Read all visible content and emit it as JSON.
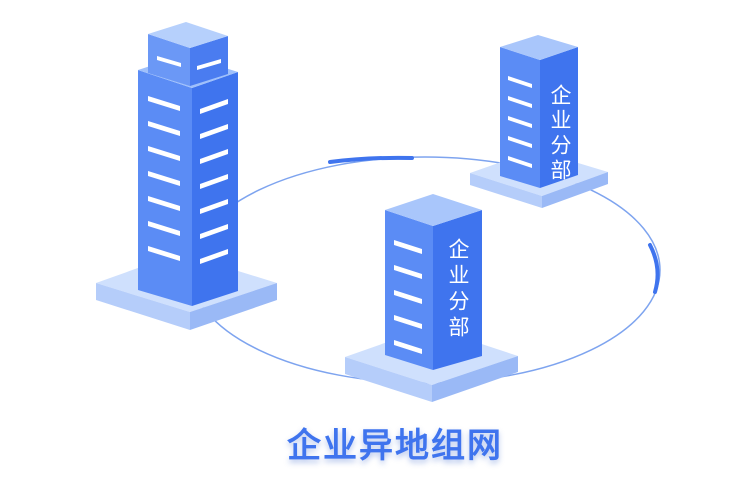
{
  "colors": {
    "front_face": "#5b8cf5",
    "side_face": "#3f74ee",
    "top_face": "#9fc0fb",
    "base_top": "#cfe0fd",
    "base_side": "#9ab9f6",
    "ring": "#7ea4ef",
    "ring_accent": "#3f74ee",
    "caption": "#3f74ee"
  },
  "branch_left": {
    "label": "企业分部"
  },
  "branch_right": {
    "label": "企业分部"
  },
  "caption": "企业异地组网"
}
